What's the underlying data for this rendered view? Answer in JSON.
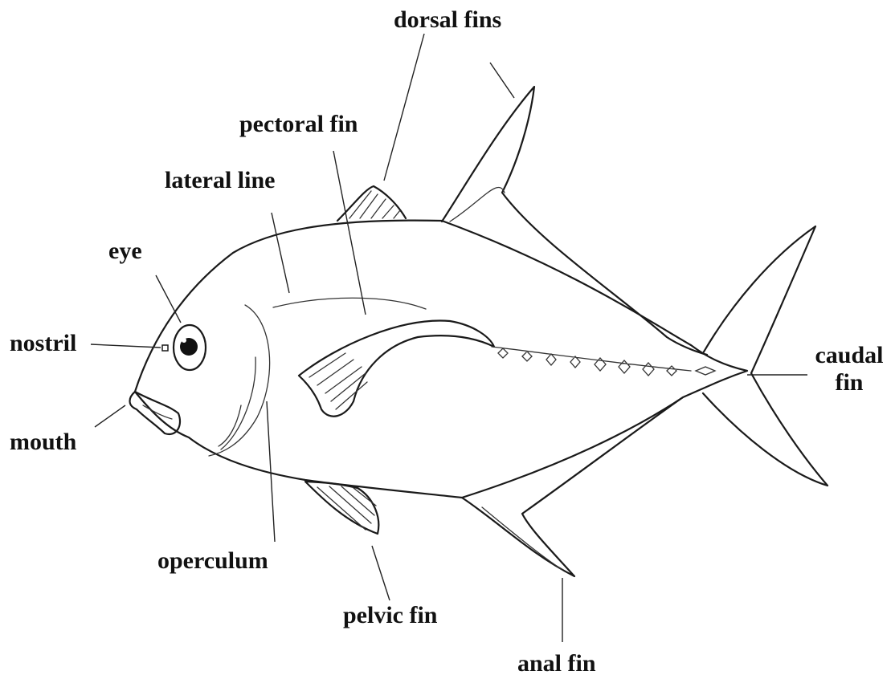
{
  "diagram": {
    "labels": {
      "dorsal_fins": "dorsal fins",
      "pectoral_fin": "pectoral fin",
      "lateral_line": "lateral line",
      "eye": "eye",
      "nostril": "nostril",
      "mouth": "mouth",
      "operculum": "operculum",
      "pelvic_fin": "pelvic fin",
      "anal_fin": "anal fin",
      "caudal_fin_line1": "caudal",
      "caudal_fin_line2": "fin"
    }
  },
  "colors": {
    "ink": "#1a1a1a",
    "background": "#ffffff"
  }
}
